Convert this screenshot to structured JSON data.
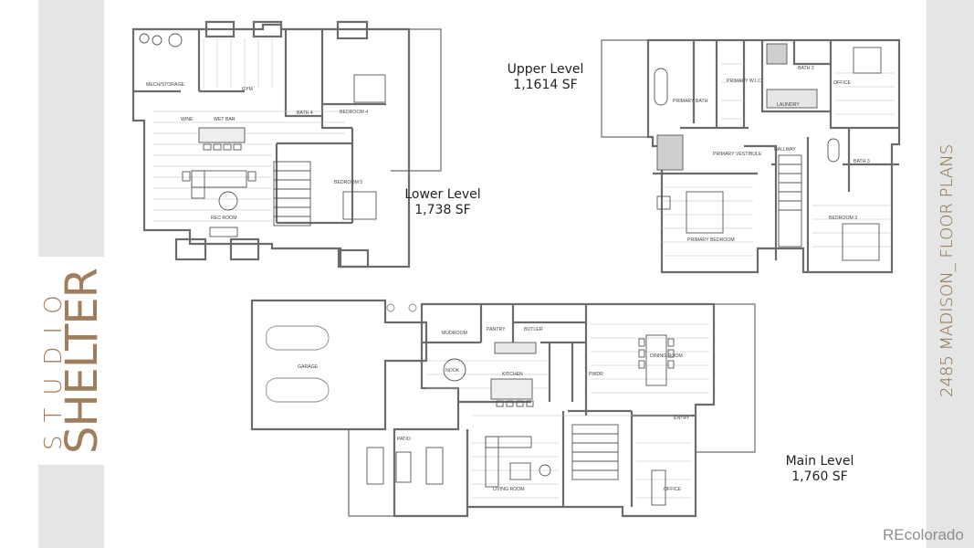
{
  "branding": {
    "studio": "STUDIO",
    "shelter": "SHELTER",
    "color": "#a07d5c"
  },
  "title": "2485 MADISON_ FLOOR PLANS",
  "watermark": "REcolorado",
  "levels": {
    "lower": {
      "name": "Lower Level",
      "area": "1,738 SF",
      "rooms": [
        "MECH/STORAGE",
        "GYM",
        "BATH 4",
        "BEDROOM 4",
        "WINE",
        "WET BAR",
        "BEDROOM 5",
        "REC ROOM"
      ]
    },
    "upper": {
      "name": "Upper Level",
      "area": "1,1614 SF",
      "rooms": [
        "PRIMARY BATH",
        "PRIMARY W.I.C",
        "BATH 2",
        "OFFICE",
        "LAUNDRY",
        "PRIMARY VESTIBULE",
        "HALLWAY",
        "BATH 3",
        "PRIMARY BEDROOM",
        "BEDROOM 3"
      ]
    },
    "main": {
      "name": "Main Level",
      "area": "1,760 SF",
      "rooms": [
        "GARAGE",
        "MUDROOM",
        "PANTRY",
        "BUTLER",
        "NOOK",
        "KITCHEN",
        "PWDR",
        "DINING ROOM",
        "ENTRY",
        "PATIO",
        "LIVING ROOM",
        "OFFICE"
      ]
    }
  },
  "colors": {
    "strip": "#e6e5e6",
    "title": "#8a6a3b",
    "wall": "#6b6b6b"
  }
}
